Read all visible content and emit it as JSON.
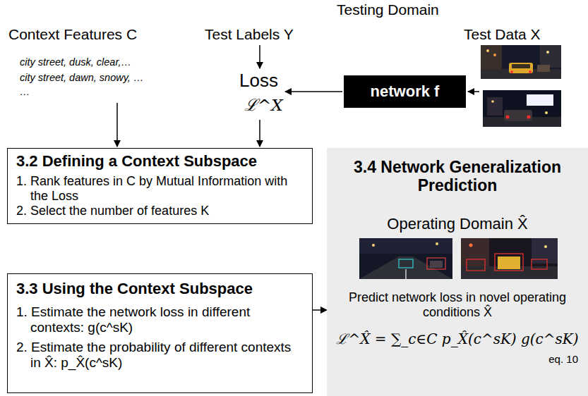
{
  "diagram": {
    "nodes": [
      {
        "text": [
          "network f"
        ]
      },
      {
        "text": [
          "3.2 Defining a Context Subspace",
          "1. Rank features in C by Mutual Information with the Loss",
          "2. Select the number of features K"
        ]
      },
      {
        "text": [
          "3.3 Using the Context Subspace",
          "1. Estimate the network loss in different contexts: g(c^sK)",
          "2. Estimate the probability of different contexts in X̂: p_X̂(c^sK)"
        ]
      },
      {
        "text": [
          "3.4 Network Generalization Prediction",
          "Operating Domain X̂",
          "Predict network loss in novel operating conditions X̂",
          "ℒ^X̂ = ∑_c∈C p_X̂(c^sK) g(c^sK)",
          "eq. 10"
        ]
      }
    ],
    "edges": [
      {
        "from": 2,
        "to": 3,
        "arrow": "to"
      }
    ],
    "labels": [
      "Testing Domain",
      "Context Features C",
      "Test Labels Y",
      "Test Data X",
      "city street, dusk, clear,…",
      "city street, dawn, snowy, …",
      "…",
      "Loss",
      "ℒ^X"
    ]
  }
}
